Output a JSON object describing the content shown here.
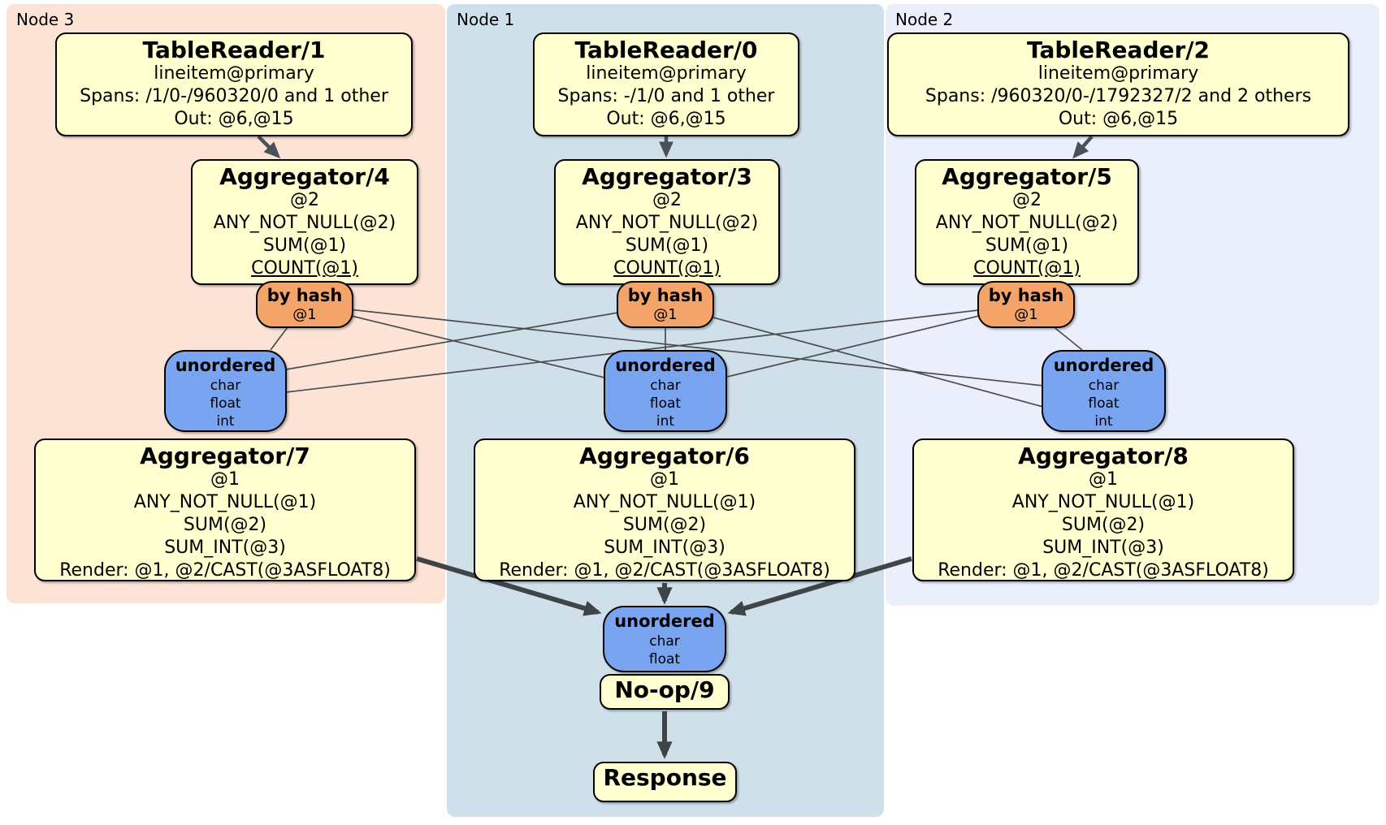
{
  "diagram": {
    "panels": {
      "node3": {
        "label": "Node 3",
        "color": "#fce3d6"
      },
      "node1": {
        "label": "Node 1",
        "color": "#cfe0ea"
      },
      "node2": {
        "label": "Node 2",
        "color": "#eaeffb"
      }
    },
    "colors": {
      "processor_fill": "#ffffcf",
      "hash_router_fill": "#f4a469",
      "sync_fill": "#78a4f0",
      "edge_thin": "#4d4d4d",
      "edge_thick": "#3f4449",
      "border": "#000000"
    },
    "nodes": {
      "tablereader1": {
        "title": "TableReader/1",
        "lines": [
          "lineitem@primary",
          "Spans: /1/0-/960320/0 and 1 other",
          "Out: @6,@15"
        ]
      },
      "tablereader0": {
        "title": "TableReader/0",
        "lines": [
          "lineitem@primary",
          "Spans: -/1/0 and 1 other",
          "Out: @6,@15"
        ]
      },
      "tablereader2": {
        "title": "TableReader/2",
        "lines": [
          "lineitem@primary",
          "Spans: /960320/0-/1792327/2 and 2 others",
          "Out: @6,@15"
        ]
      },
      "aggregator4": {
        "title": "Aggregator/4",
        "lines": [
          "@2",
          "ANY_NOT_NULL(@2)",
          "SUM(@1)",
          "COUNT(@1)"
        ]
      },
      "aggregator3": {
        "title": "Aggregator/3",
        "lines": [
          "@2",
          "ANY_NOT_NULL(@2)",
          "SUM(@1)",
          "COUNT(@1)"
        ]
      },
      "aggregator5": {
        "title": "Aggregator/5",
        "lines": [
          "@2",
          "ANY_NOT_NULL(@2)",
          "SUM(@1)",
          "COUNT(@1)"
        ]
      },
      "byhash_n3": {
        "title": "by hash",
        "sub": "@1"
      },
      "byhash_n1": {
        "title": "by hash",
        "sub": "@1"
      },
      "byhash_n2": {
        "title": "by hash",
        "sub": "@1"
      },
      "sync_n3": {
        "title": "unordered",
        "items": [
          "char",
          "float",
          "int"
        ]
      },
      "sync_n1": {
        "title": "unordered",
        "items": [
          "char",
          "float",
          "int"
        ]
      },
      "sync_n2": {
        "title": "unordered",
        "items": [
          "char",
          "float",
          "int"
        ]
      },
      "aggregator7": {
        "title": "Aggregator/7",
        "lines": [
          "@1",
          "ANY_NOT_NULL(@1)",
          "SUM(@2)",
          "SUM_INT(@3)",
          "Render: @1, @2/CAST(@3ASFLOAT8)"
        ]
      },
      "aggregator6": {
        "title": "Aggregator/6",
        "lines": [
          "@1",
          "ANY_NOT_NULL(@1)",
          "SUM(@2)",
          "SUM_INT(@3)",
          "Render: @1, @2/CAST(@3ASFLOAT8)"
        ]
      },
      "aggregator8": {
        "title": "Aggregator/8",
        "lines": [
          "@1",
          "ANY_NOT_NULL(@1)",
          "SUM(@2)",
          "SUM_INT(@3)",
          "Render: @1, @2/CAST(@3ASFLOAT8)"
        ]
      },
      "sync_final": {
        "title": "unordered",
        "items": [
          "char",
          "float"
        ]
      },
      "noop9": {
        "title": "No-op/9"
      },
      "response": {
        "title": "Response"
      }
    }
  }
}
